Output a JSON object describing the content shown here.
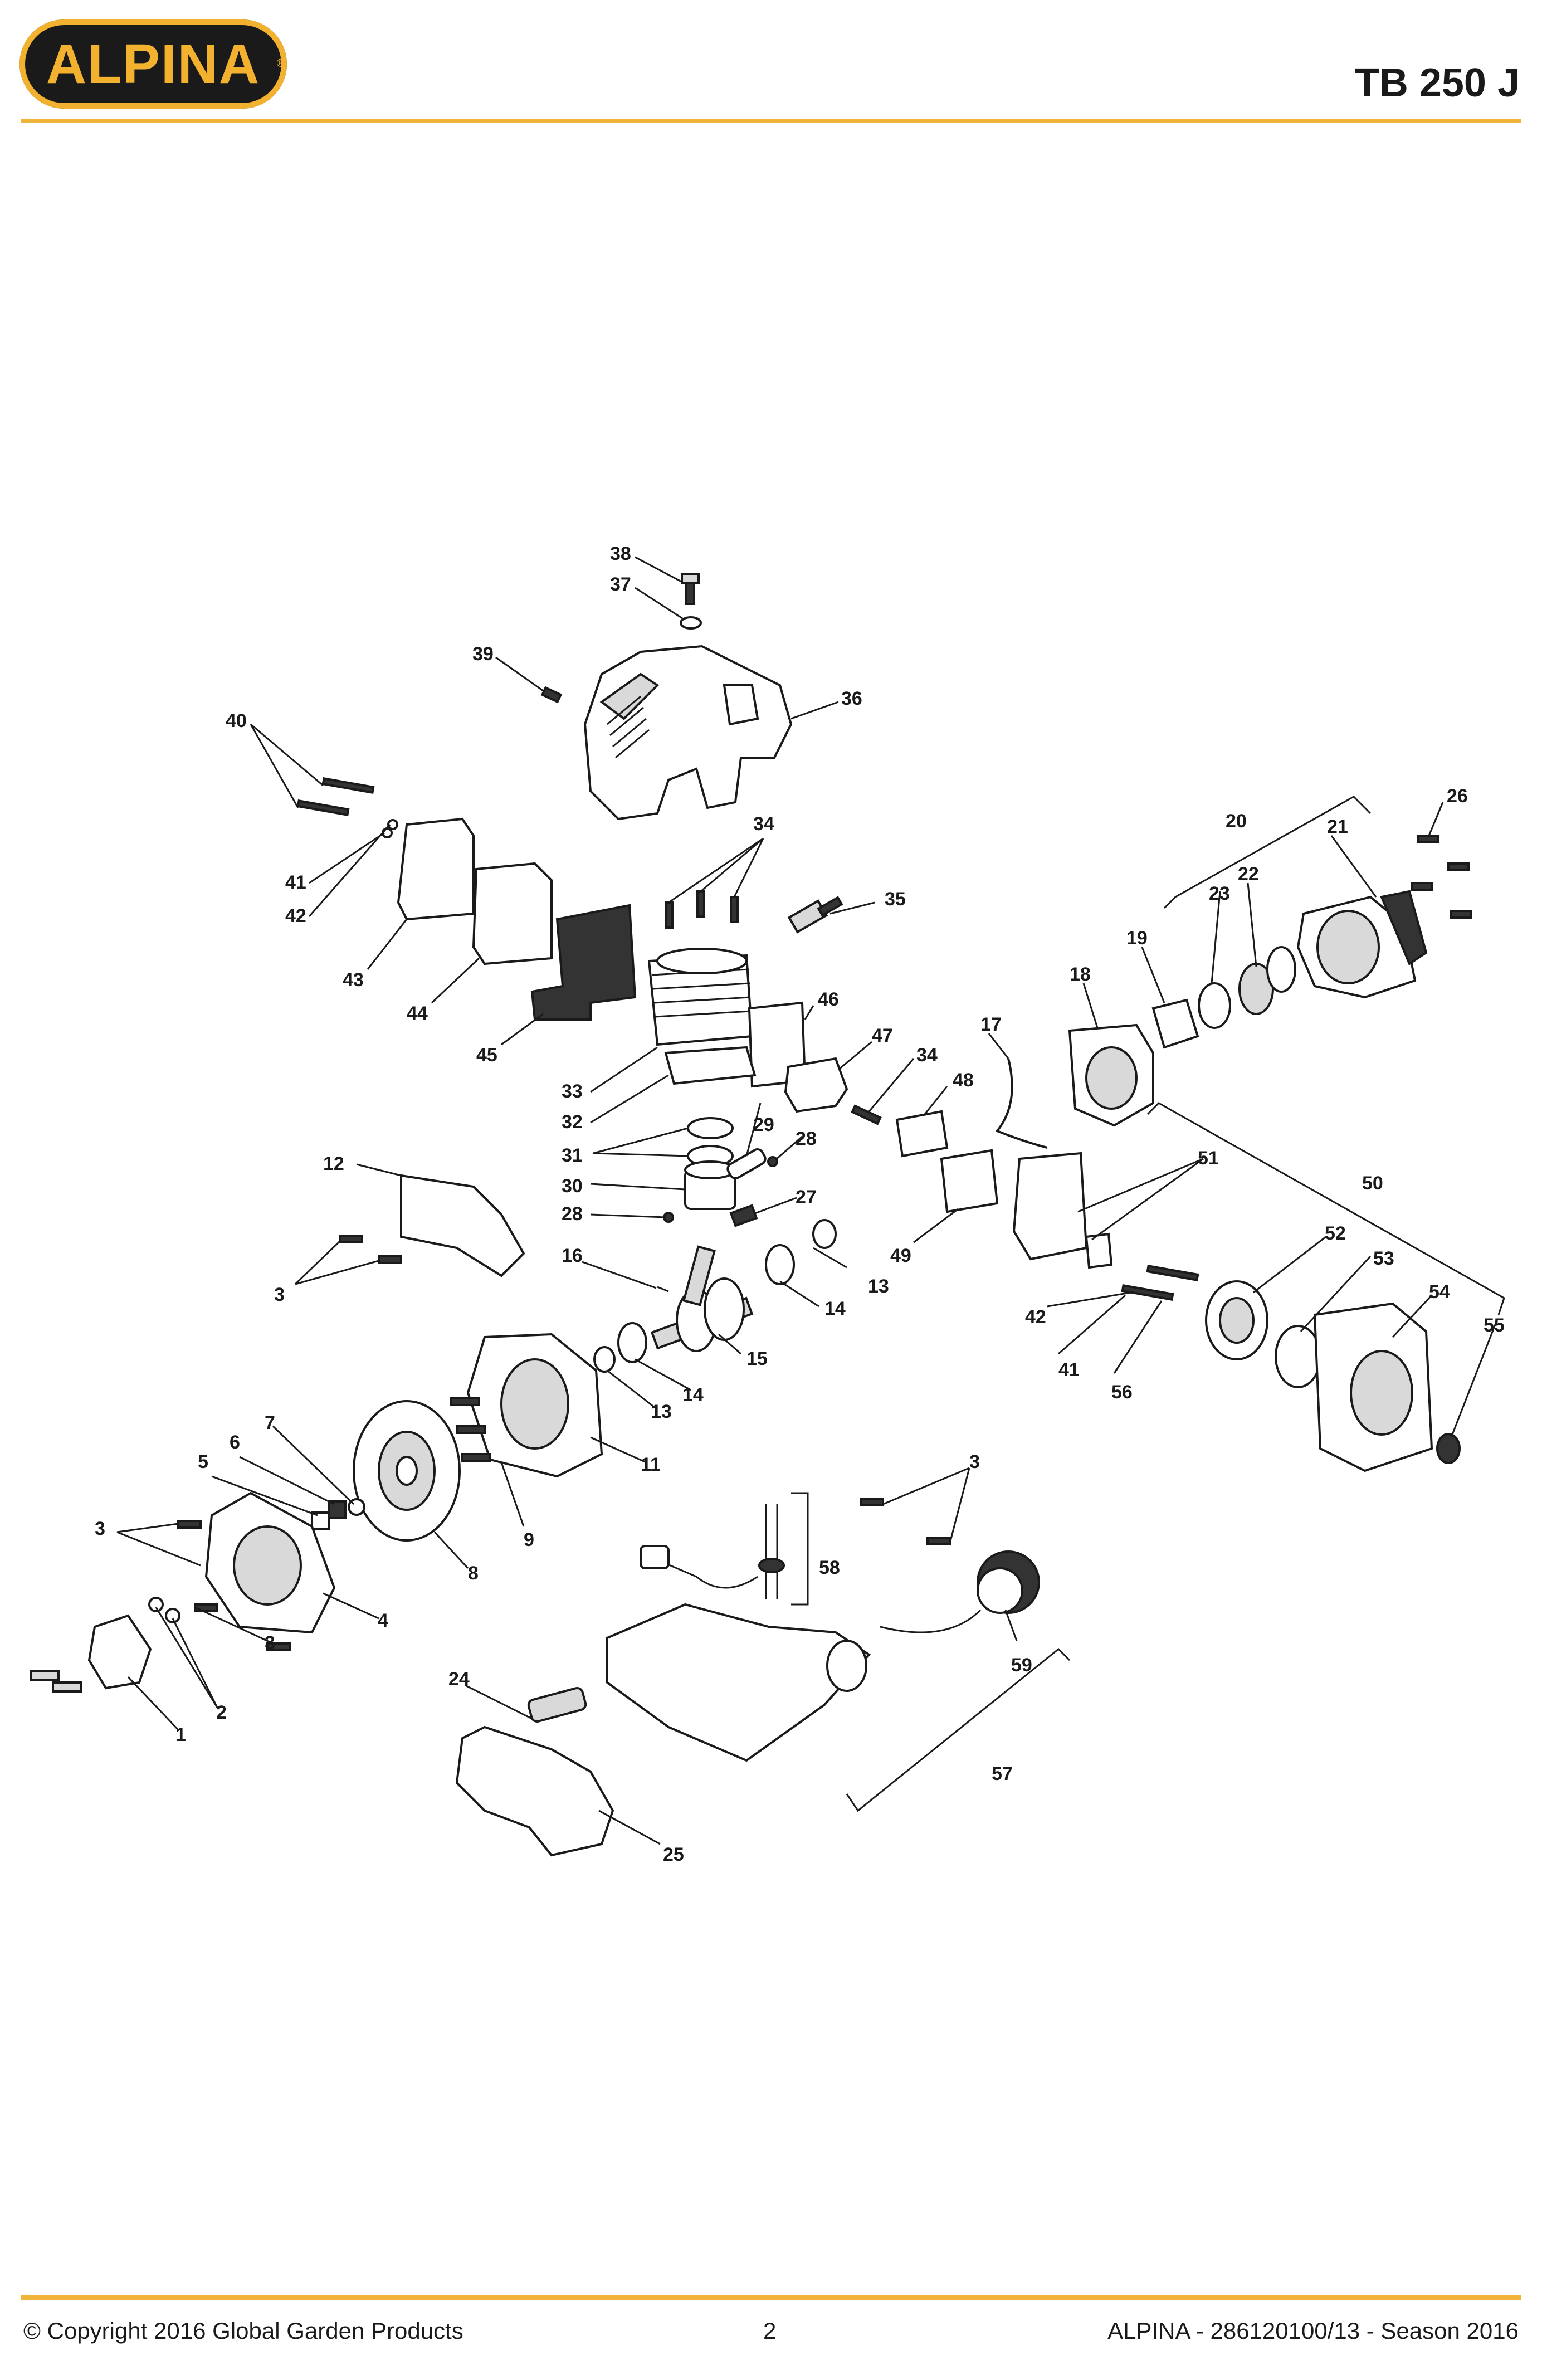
{
  "header": {
    "brand": "ALPINA",
    "registered_mark": "®",
    "model": "TB 250 J"
  },
  "footer": {
    "copyright": "© Copyright 2016 Global Garden Products",
    "page_number": "2",
    "document_ref": "ALPINA - 286120100/13 - Season 2016"
  },
  "colors": {
    "accent": "#f0b43a",
    "ink": "#1a1a1a"
  },
  "part_numbers": {
    "p1": "1",
    "p2": "2",
    "p3": "3",
    "p4": "4",
    "p5": "5",
    "p6": "6",
    "p7": "7",
    "p8": "8",
    "p9": "9",
    "p11": "11",
    "p12": "12",
    "p13": "13",
    "p14": "14",
    "p15": "15",
    "p16": "16",
    "p17": "17",
    "p18": "18",
    "p19": "19",
    "p20": "20",
    "p21": "21",
    "p22": "22",
    "p23": "23",
    "p24": "24",
    "p25": "25",
    "p26": "26",
    "p27": "27",
    "p28": "28",
    "p29": "29",
    "p30": "30",
    "p31": "31",
    "p32": "32",
    "p33": "33",
    "p34": "34",
    "p35": "35",
    "p36": "36",
    "p37": "37",
    "p38": "38",
    "p39": "39",
    "p40": "40",
    "p41": "41",
    "p42": "42",
    "p43": "43",
    "p44": "44",
    "p45": "45",
    "p46": "46",
    "p47": "47",
    "p48": "48",
    "p49": "49",
    "p50": "50",
    "p51": "51",
    "p52": "52",
    "p53": "53",
    "p54": "54",
    "p55": "55",
    "p56": "56",
    "p57": "57",
    "p58": "58",
    "p59": "59"
  }
}
